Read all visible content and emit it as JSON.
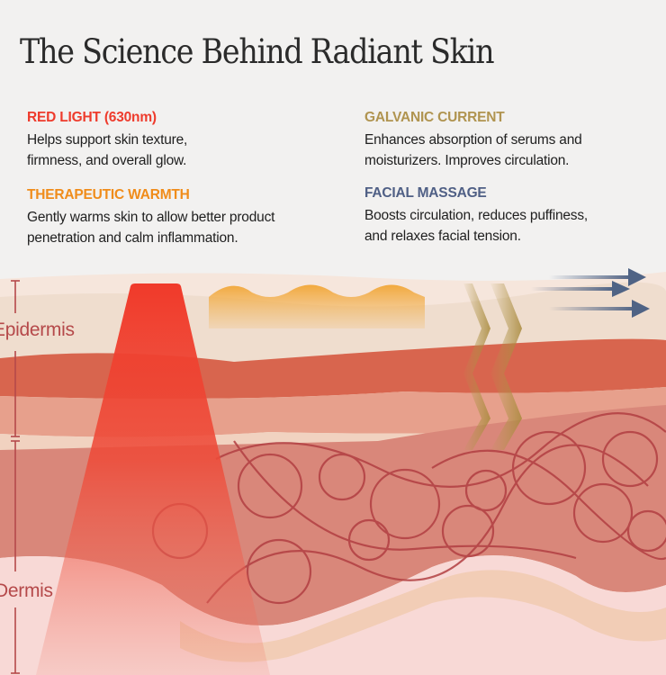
{
  "title": "The Science Behind Radiant Skin",
  "features": [
    {
      "heading": "RED LIGHT (630nm)",
      "body_lines": [
        "Helps support skin texture,",
        "firmness, and overall glow."
      ],
      "color": "#ee3b2c"
    },
    {
      "heading": "GALVANIC CURRENT",
      "body_lines": [
        "Enhances absorption of serums and",
        "moisturizers. Improves circulation."
      ],
      "color": "#b09450"
    },
    {
      "heading": "THERAPEUTIC WARMTH",
      "body_lines": [
        "Gently warms skin to allow better product",
        "penetration and calm inflammation."
      ],
      "color": "#f08c1a"
    },
    {
      "heading": "FACIAL MASSAGE",
      "body_lines": [
        "Boosts circulation, reduces puffiness,",
        "and relaxes facial tension."
      ],
      "color": "#4f5f85"
    }
  ],
  "layers": {
    "epidermis": "Epidermis",
    "dermis": "Dermis"
  }
}
